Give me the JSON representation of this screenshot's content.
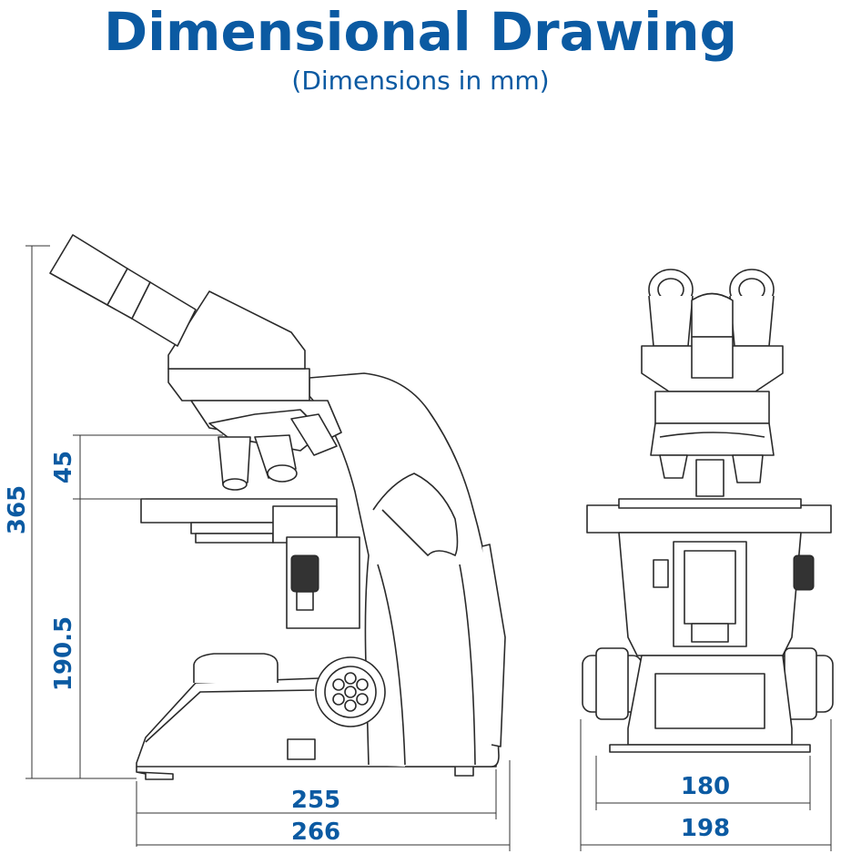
{
  "header": {
    "title": "Dimensional Drawing",
    "subtitle": "(Dimensions in mm)"
  },
  "side_view": {
    "height_total": "365",
    "height_stage_focus": "45",
    "height_base": "190.5",
    "width_base": "255",
    "width_total": "266"
  },
  "front_view": {
    "width_base": "180",
    "width_total": "198"
  },
  "colors": {
    "accent": "#0b5aa2",
    "line": "#2a2a2a"
  }
}
